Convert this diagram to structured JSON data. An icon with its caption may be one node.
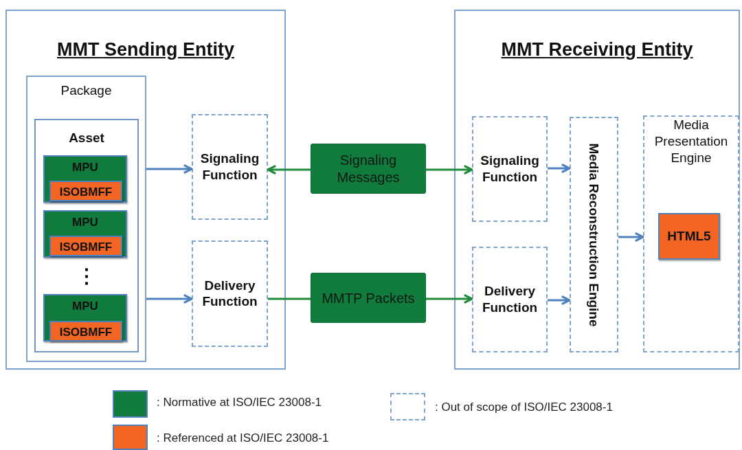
{
  "diagram": {
    "nodes": [
      {
        "text": [
          "MMT Sending Entity"
        ]
      },
      {
        "text": [
          "Package"
        ],
        "in": 0
      },
      {
        "text": [
          "Asset"
        ],
        "in": 1
      },
      {
        "text": [
          "MPU"
        ],
        "in": 2
      },
      {
        "text": [
          "ISOBMFF"
        ],
        "in": 3
      },
      {
        "text": [
          "MPU"
        ],
        "in": 2
      },
      {
        "text": [
          "ISOBMFF"
        ],
        "in": 5
      },
      {
        "text": [
          "MPU"
        ],
        "in": 2
      },
      {
        "text": [
          "ISOBMFF"
        ],
        "in": 7
      },
      {
        "text": [
          "Signaling Function"
        ],
        "in": 0
      },
      {
        "text": [
          "Delivery Function"
        ],
        "in": 0
      },
      {
        "text": [
          "Signaling Messages"
        ]
      },
      {
        "text": [
          "MMTP Packets"
        ]
      },
      {
        "text": [
          "MMT Receiving Entity"
        ]
      },
      {
        "text": [
          "Signaling Function"
        ],
        "in": 13
      },
      {
        "text": [
          "Delivery Function"
        ],
        "in": 13
      },
      {
        "text": [
          "Media Reconstruction Engine"
        ],
        "in": 13
      },
      {
        "text": [
          "Media Presentation Engine"
        ],
        "in": 13
      },
      {
        "text": [
          "HTML5"
        ],
        "in": 17
      }
    ],
    "edges": [
      {
        "from": 1,
        "to": 9,
        "arrow": "to"
      },
      {
        "from": 1,
        "to": 10,
        "arrow": "to"
      },
      {
        "from": 11,
        "to": 9,
        "arrow": "to",
        "color": "#1f8a3a"
      },
      {
        "from": 11,
        "to": 14,
        "arrow": "to",
        "color": "#1f8a3a"
      },
      {
        "from": 10,
        "to": 12,
        "arrow": "none",
        "color": "#1f8a3a"
      },
      {
        "from": 12,
        "to": 15,
        "arrow": "to",
        "color": "#1f8a3a"
      },
      {
        "from": 14,
        "to": 16,
        "arrow": "to"
      },
      {
        "from": 15,
        "to": 16,
        "arrow": "to"
      },
      {
        "from": 16,
        "to": 17,
        "arrow": "to"
      }
    ],
    "labels": [
      "⋮"
    ],
    "legend": [
      {
        "text": ": Normative at ISO/IEC 23008-1",
        "color": "#117a3d"
      },
      {
        "text": ": Out of scope of ISO/IEC 23008-1"
      },
      {
        "text": ": Referenced at ISO/IEC 23008-1",
        "color": "#f26522"
      }
    ]
  }
}
